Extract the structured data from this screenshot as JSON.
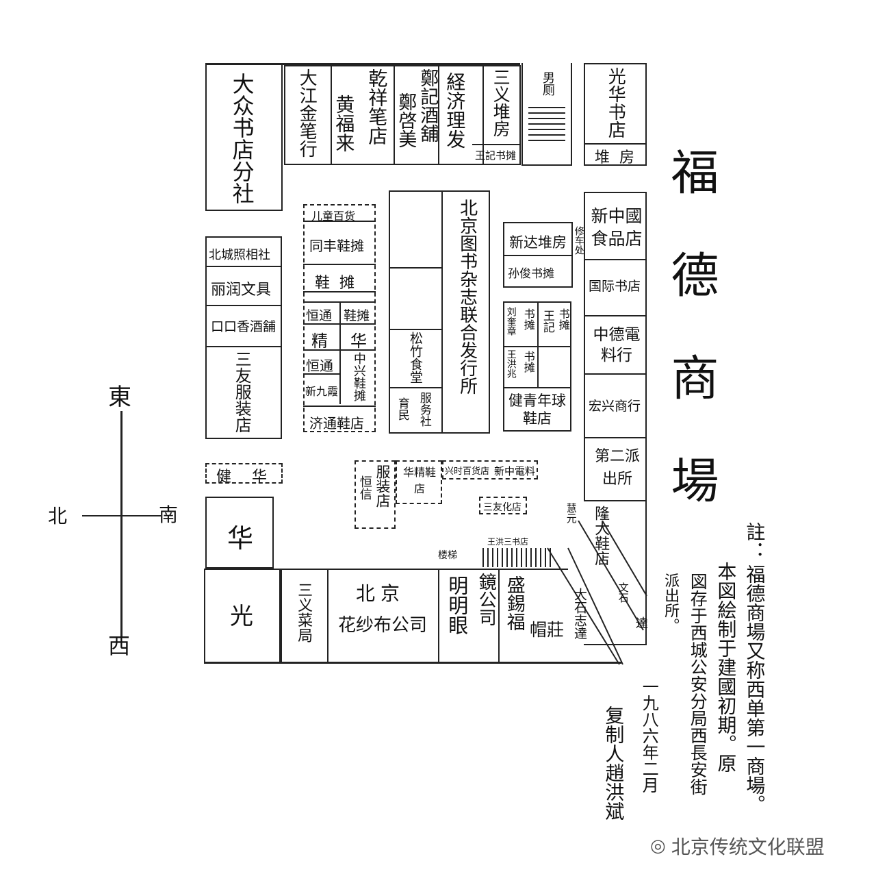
{
  "title": "福德商場",
  "top_row": {
    "dazhong": "大众书店分社",
    "dajiang": "大江金笔行",
    "huangfulai": "黄福来",
    "qianxiang": "乾祥笔店",
    "zhengji": "鄭記酒舖",
    "zhengqimei": "鄭啓美",
    "jingji": "経济理发",
    "sanyi_duifang": "三义堆房",
    "wangji_tan": "王記书摊",
    "toilet": "男厕",
    "guanghua": "光华书店",
    "duifang": "堆房"
  },
  "left_column": [
    "北城照相社",
    "丽润文具",
    "口口香酒舗",
    "三友服装店"
  ],
  "second_column": {
    "ertong": "儿童百货",
    "tongfeng": "同丰鞋摊",
    "xietan": "鞋摊",
    "hengtong1": "恒通",
    "xietan2": "鞋摊",
    "jing": "精",
    "hua": "华",
    "hengtong2": "恒通",
    "zhongxing": "中兴鞋摊",
    "xinjiuxia": "新九霞",
    "jitong": "济通鞋店"
  },
  "center": {
    "songzhu": "松竹食堂",
    "yumin": "育民",
    "fuwushe": "服务社",
    "beijing_tushu": "北京图书杂志联合发行所"
  },
  "middle_right": {
    "xinda": "新达堆房",
    "sunjun": "孙俊书摊",
    "xiuche": "修车处",
    "liukuizhang": "刘奎章",
    "shutan1": "书摊",
    "wangji": "王記",
    "shutan2": "书摊",
    "wanghongzhao": "王洪兆",
    "shutan3": "书摊",
    "jianqingnian": "健青年球鞋店"
  },
  "right_column": [
    "新中國食品店",
    "国际书店",
    "中德電料行",
    "宏兴商行"
  ],
  "lower": {
    "jianhua": "健华",
    "hua_big": "华",
    "guang": "光",
    "hengxin": "恒信",
    "fuzhuangdian": "服装店",
    "huajing": "华精鞋店",
    "xingshi": "兴时百货店",
    "xinzhong": "新中電料",
    "sanyou": "三友化店",
    "paichusuo": "第二派出所",
    "longda": "隆大鞋店",
    "huiyuan": "慧元",
    "stairs": "楼梯",
    "wangsan": "王洪三书店",
    "sanyi_caiju": "三义菜局",
    "beijing": "北京",
    "huasha": "花纱布公司",
    "mingming": "明明眼",
    "jing_gongsi": "鏡公司",
    "shengxifu": "盛錫福",
    "maozhuang": "帽莊",
    "diag1": "大石志達",
    "diag2": "文石",
    "diag3": "達"
  },
  "compass": {
    "east": "東",
    "west": "西",
    "north": "北",
    "south": "南"
  },
  "note": {
    "label": "註：",
    "lines": [
      "福德商場又称西单第一商場。",
      "本図絵制于建國初期。原",
      "図存于西城公安分局西長安街",
      "派出所。"
    ],
    "date": "一九八六年二月",
    "copier": "复制人趙洪斌"
  },
  "watermark": "北京传统文化联盟"
}
